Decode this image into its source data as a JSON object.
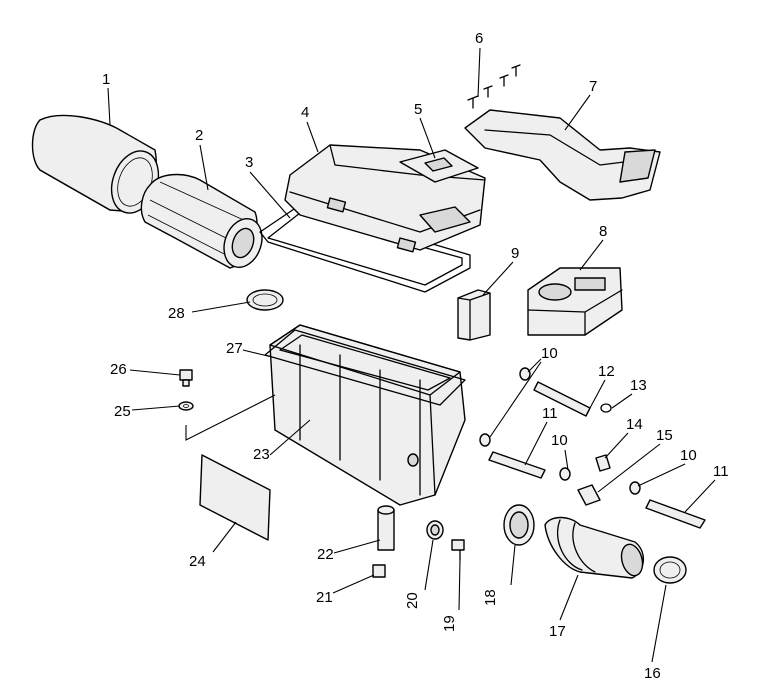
{
  "callouts": [
    {
      "id": "c1",
      "text": "1"
    },
    {
      "id": "c2",
      "text": "2"
    },
    {
      "id": "c3",
      "text": "3"
    },
    {
      "id": "c4",
      "text": "4"
    },
    {
      "id": "c5",
      "text": "5"
    },
    {
      "id": "c6",
      "text": "6"
    },
    {
      "id": "c7",
      "text": "7"
    },
    {
      "id": "c8",
      "text": "8"
    },
    {
      "id": "c9",
      "text": "9"
    },
    {
      "id": "c10a",
      "text": "10"
    },
    {
      "id": "c10b",
      "text": "10"
    },
    {
      "id": "c10c",
      "text": "10"
    },
    {
      "id": "c11a",
      "text": "11"
    },
    {
      "id": "c11b",
      "text": "11"
    },
    {
      "id": "c12",
      "text": "12"
    },
    {
      "id": "c13",
      "text": "13"
    },
    {
      "id": "c14",
      "text": "14"
    },
    {
      "id": "c15",
      "text": "15"
    },
    {
      "id": "c16",
      "text": "16"
    },
    {
      "id": "c17",
      "text": "17"
    },
    {
      "id": "c18",
      "text": "18"
    },
    {
      "id": "c19",
      "text": "19"
    },
    {
      "id": "c20",
      "text": "20"
    },
    {
      "id": "c21",
      "text": "21"
    },
    {
      "id": "c22",
      "text": "22"
    },
    {
      "id": "c23",
      "text": "23"
    },
    {
      "id": "c24",
      "text": "24"
    },
    {
      "id": "c25",
      "text": "25"
    },
    {
      "id": "c26",
      "text": "26"
    },
    {
      "id": "c27",
      "text": "27"
    },
    {
      "id": "c28",
      "text": "28"
    }
  ]
}
